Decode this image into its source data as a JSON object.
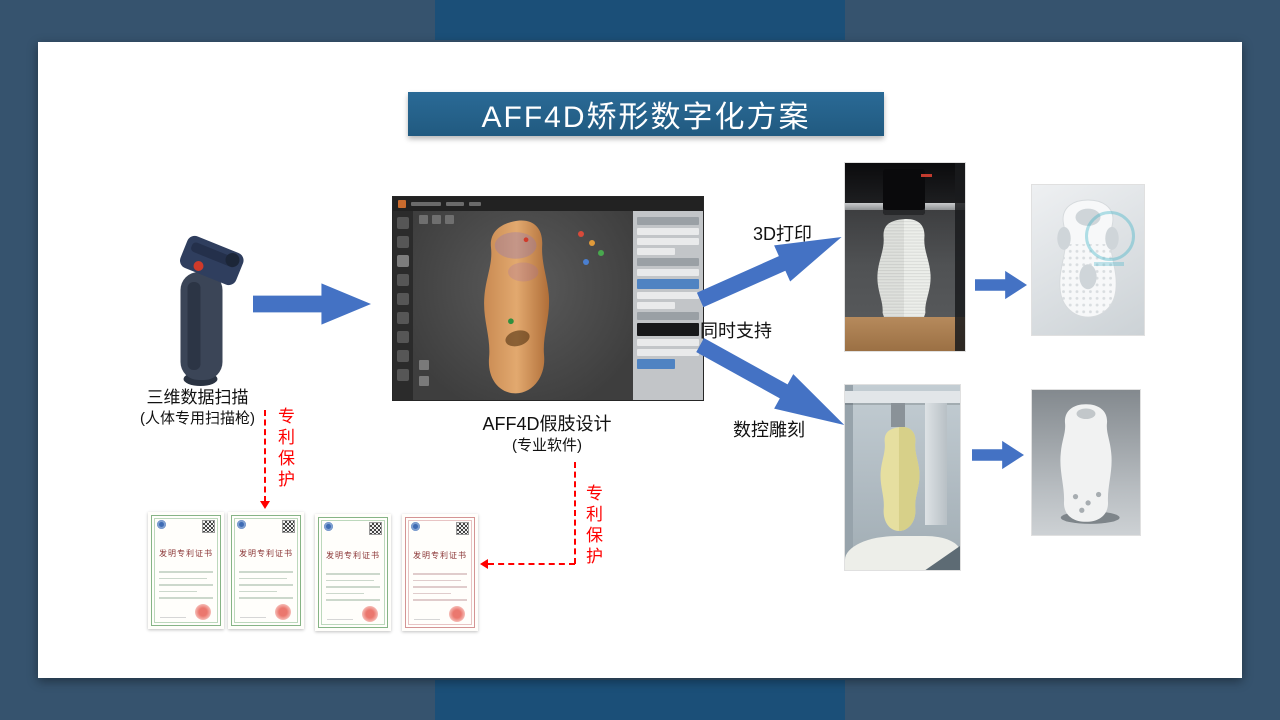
{
  "slide": {
    "title": "AFF4D矫形数字化方案"
  },
  "scanner": {
    "label_line1": "三维数据扫描",
    "label_line2": "(人体专用扫描枪)"
  },
  "software": {
    "label_line1": "AFF4D假肢设计",
    "label_line2": "(专业软件)"
  },
  "flow": {
    "support": "同时支持",
    "print": "3D打印",
    "carve": "数控雕刻"
  },
  "patents": {
    "protect_left": "专利保护",
    "protect_right": "专利保护",
    "certificates": [
      {
        "title": "发明专利证书"
      },
      {
        "title": "发明专利证书"
      },
      {
        "title": "发明专利证书"
      },
      {
        "title": "发明专利证书"
      }
    ]
  },
  "colors": {
    "background": "#36536e",
    "frame_blue": "#1b4f78",
    "banner_blue": "#26608a",
    "arrow_blue": "#4472c4",
    "patent_red": "#ff0000"
  },
  "icons": {
    "watermark": "teal-ring-watermark",
    "seal": "red-seal",
    "qr": "qr-code"
  }
}
